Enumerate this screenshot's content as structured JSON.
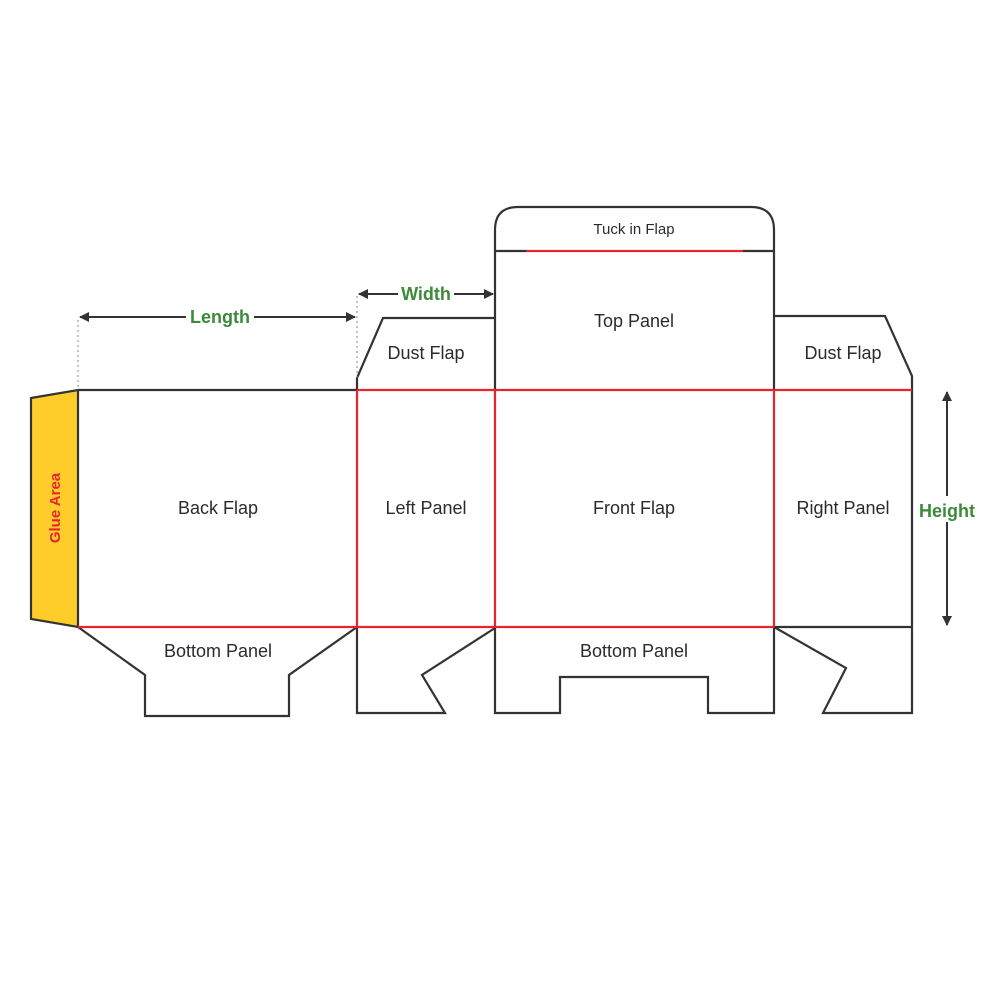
{
  "labels": {
    "glue_area": "Glue Area",
    "back_flap": "Back Flap",
    "left_panel": "Left Panel",
    "front_flap": "Front Flap",
    "right_panel": "Right Panel",
    "tuck_in_flap": "Tuck in Flap",
    "top_panel": "Top Panel",
    "dust_flap_left": "Dust Flap",
    "dust_flap_right": "Dust Flap",
    "bottom_panel_back": "Bottom Panel",
    "bottom_panel_front": "Bottom Panel"
  },
  "dimensions": {
    "length": "Length",
    "width": "Width",
    "height": "Height"
  },
  "colors": {
    "cut_line": "#333333",
    "fold_line": "#e8242c",
    "glue_fill": "#ffcd2a",
    "dimension_text": "#3c8a3a"
  }
}
